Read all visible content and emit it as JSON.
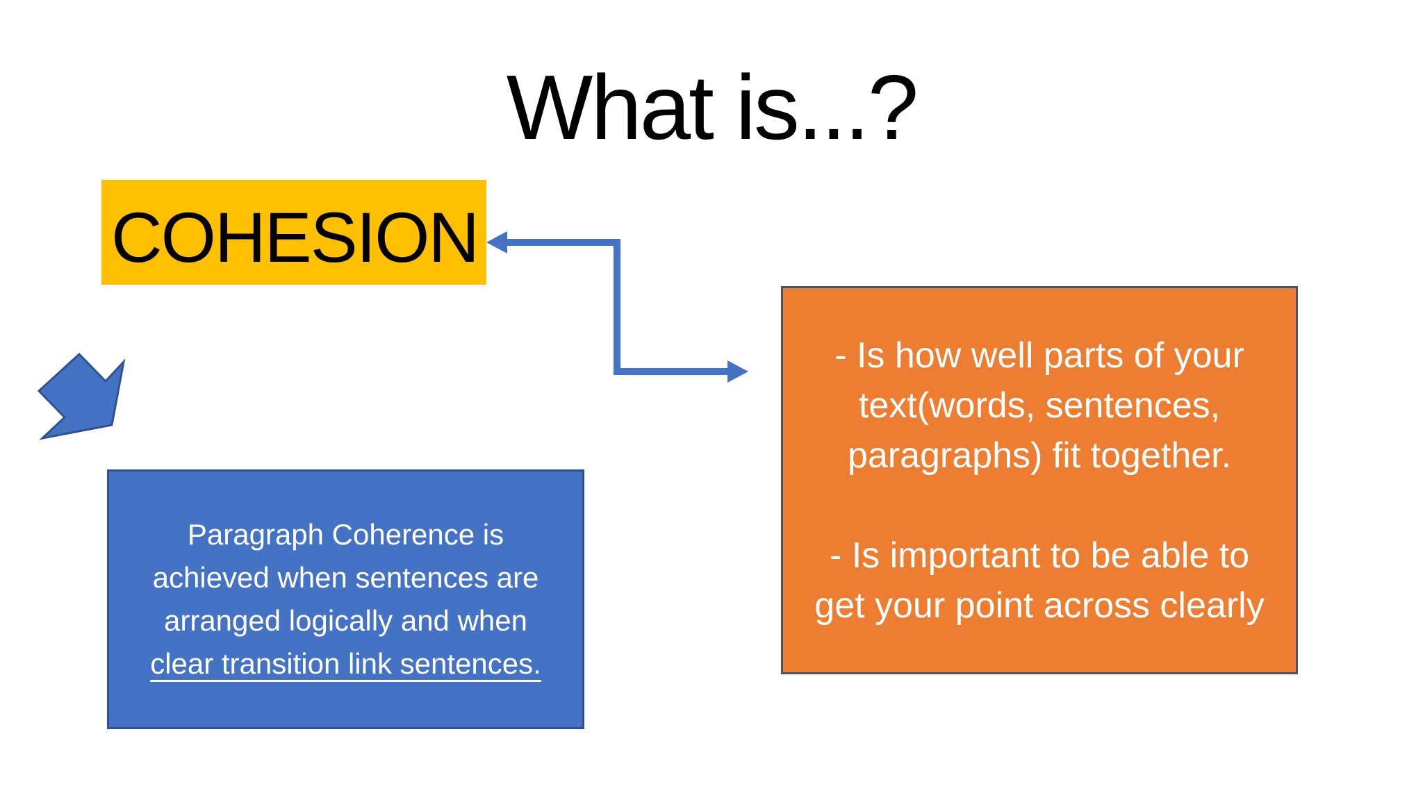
{
  "slide": {
    "title": "What is...?",
    "cohesion_box": {
      "label": "COHESION"
    },
    "definition_box": {
      "lines": [
        "- Is how well parts of your",
        "text(words, sentences,",
        "paragraphs) fit together.",
        "",
        "- Is important to be able to",
        "get your point across clearly"
      ]
    },
    "coherence_box": {
      "lines": [
        "Paragraph Coherence is",
        "achieved when sentences are",
        "arranged logically and when",
        "clear transition link sentences."
      ],
      "last_line_underlined": true
    },
    "icons": {
      "elbow_connector": "double-headed-elbow-arrow",
      "down_left_arrow": "thick-down-left-arrow"
    },
    "colors": {
      "background": "#FFFFFF",
      "highlight_yellow": "#FFC000",
      "accent_blue": "#4472C4",
      "accent_blue_dark": "#2F528F",
      "accent_orange": "#ED7D31",
      "box_border_dark": "#44546A",
      "title_text": "#000000",
      "box_text": "#FFFFFF"
    }
  }
}
